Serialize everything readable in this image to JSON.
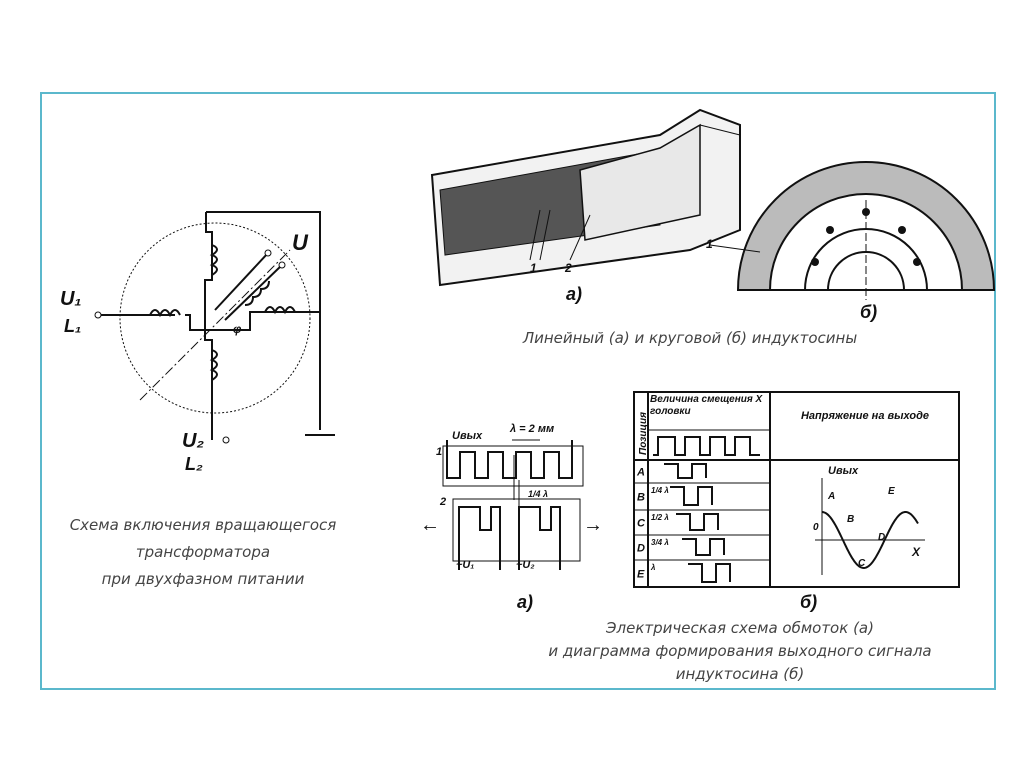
{
  "rotary_transformer": {
    "labels": {
      "u1": "U₁",
      "l1": "L₁",
      "u2": "U₂",
      "l2": "L₂",
      "u": "U",
      "phi": "φ"
    },
    "caption": [
      "Схема включения вращающегося",
      "трансформатора",
      "при двухфазном питании"
    ]
  },
  "inductosyns": {
    "linear": {
      "part_labels": [
        "1",
        "2"
      ],
      "sub_label": "а)"
    },
    "circular": {
      "part_labels": [
        "1"
      ],
      "sub_label": "б)"
    },
    "caption": "Линейный (а) и круговой (б) индуктосины"
  },
  "windings": {
    "labels": {
      "u_out": "Uвых",
      "lambda": "λ = 2 мм",
      "quarter": "1/4 λ",
      "winding1": "1",
      "winding2": "2",
      "u1": "~U₁",
      "u2": "~U₂"
    },
    "sub_label": "а)"
  },
  "signal_table": {
    "headers": {
      "position": "Позиция",
      "displacement": "Величина смещения X головки",
      "voltage": "Напряжение на выходе"
    },
    "rows": [
      {
        "position": "A",
        "shift": ""
      },
      {
        "position": "B",
        "shift": "1/4 λ"
      },
      {
        "position": "C",
        "shift": "1/2 λ"
      },
      {
        "position": "D",
        "shift": "3/4 λ"
      },
      {
        "position": "E",
        "shift": "λ"
      }
    ],
    "graph_labels": {
      "y": "Uвых",
      "x": "X",
      "origin": "0",
      "points": [
        "A",
        "B",
        "C",
        "D",
        "E"
      ]
    },
    "sub_label": "б)"
  },
  "bottom_caption": [
    "Электрическая схема обмоток (а)",
    "и диаграмма формирования выходного сигнала",
    "индуктосина (б)"
  ]
}
